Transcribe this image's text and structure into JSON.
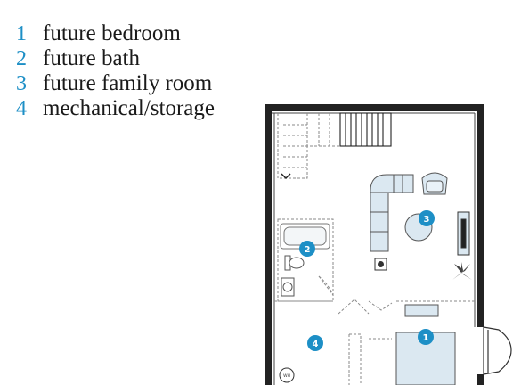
{
  "legend": {
    "items": [
      {
        "number": "1",
        "label": "future bedroom"
      },
      {
        "number": "2",
        "label": "future bath"
      },
      {
        "number": "3",
        "label": "future family room"
      },
      {
        "number": "4",
        "label": "mechanical/storage"
      }
    ]
  },
  "plan": {
    "markers": [
      {
        "room": "bedroom",
        "number": "1"
      },
      {
        "room": "bath",
        "number": "2"
      },
      {
        "room": "family-room",
        "number": "3"
      },
      {
        "room": "mechanical-storage",
        "number": "4"
      }
    ],
    "water_heater_label": "WH"
  },
  "colors": {
    "accent": "#1d8fc6",
    "wall": "#222222",
    "furniture_fill": "#dbe8f1",
    "furniture_stroke": "#555555",
    "dashed_line": "#8a8a8a"
  }
}
